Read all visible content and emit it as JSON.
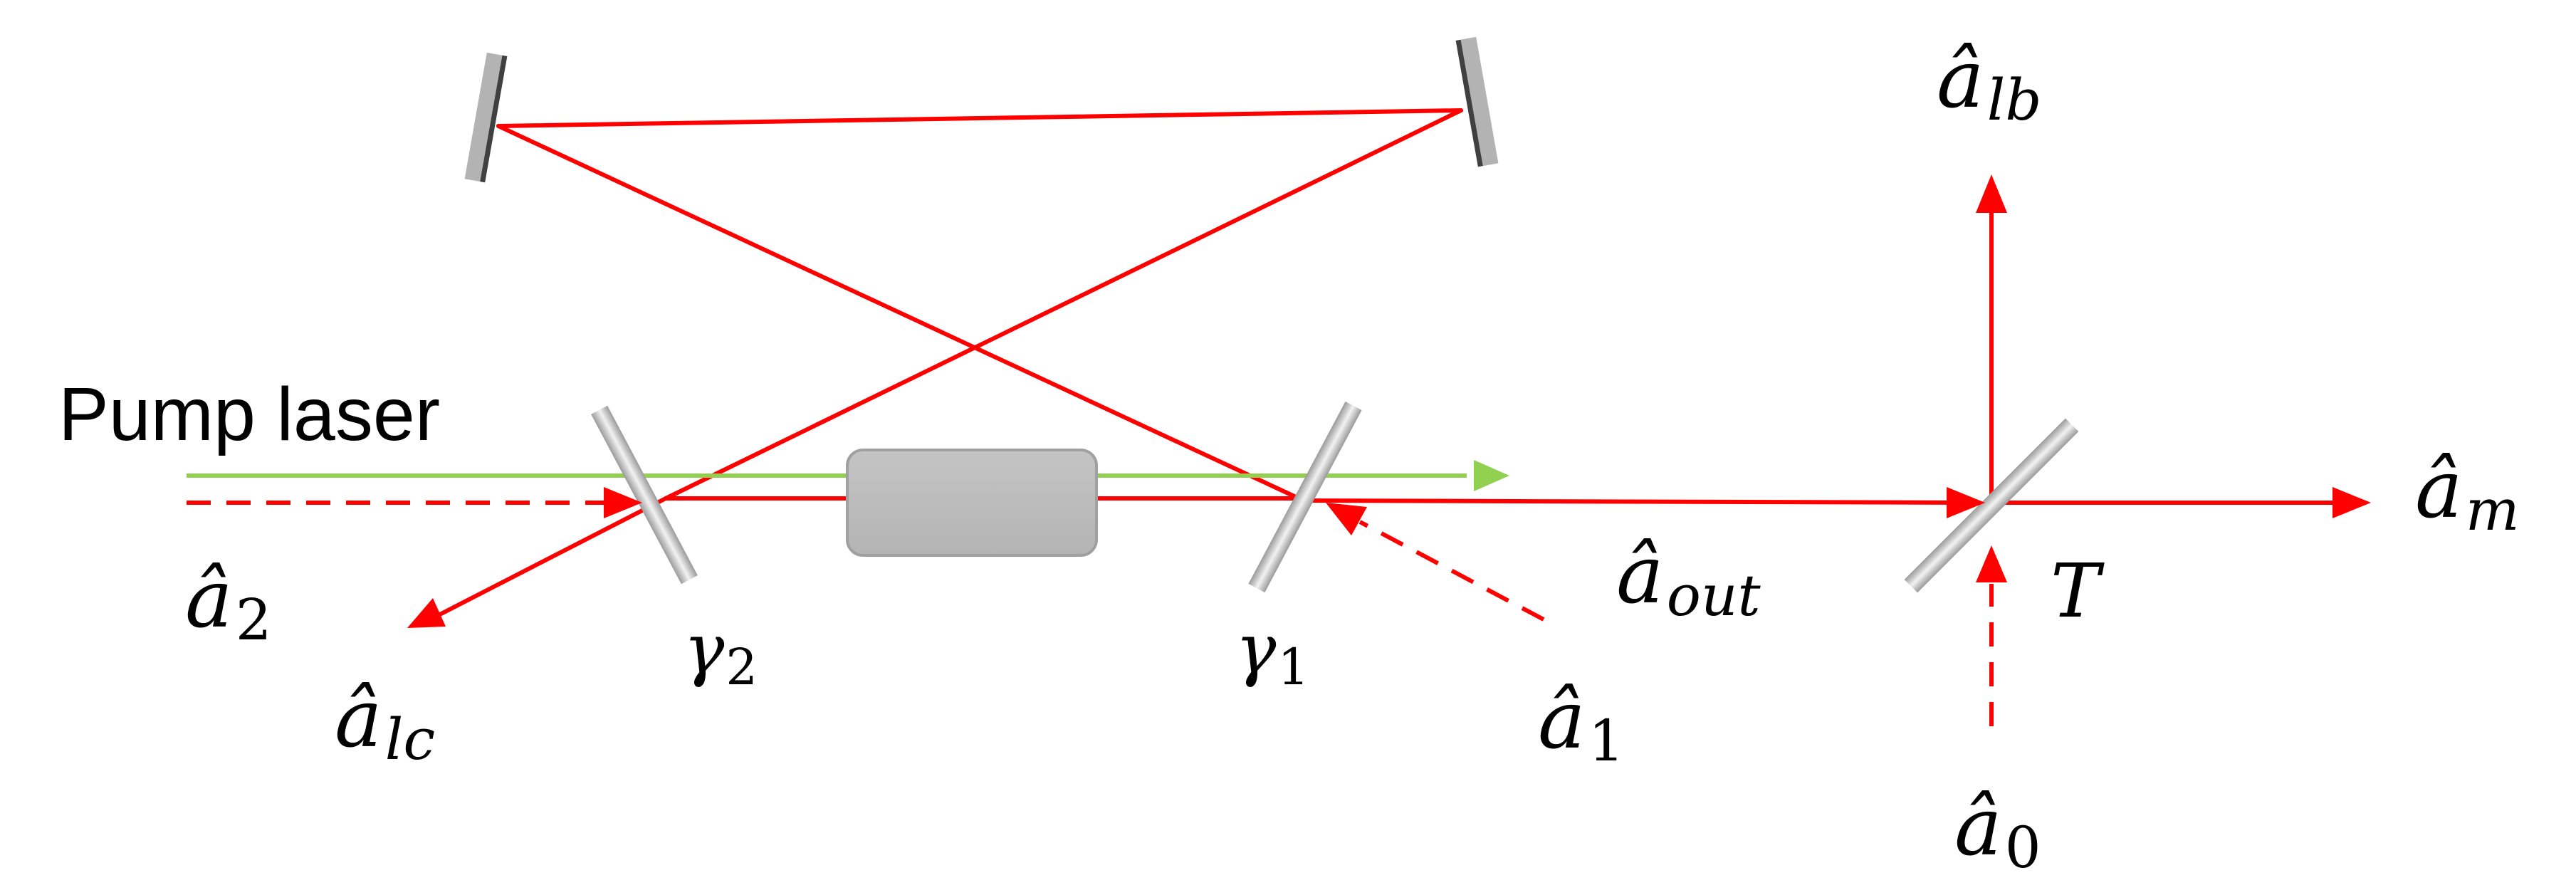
{
  "labels": {
    "pump_laser": "Pump laser",
    "a2_sym": "â",
    "a2_sub": "2",
    "alc_sym": "â",
    "alc_sub": "lc",
    "gamma2_sym": "γ",
    "gamma2_sub": "2",
    "gamma1_sym": "γ",
    "gamma1_sub": "1",
    "a1_sym": "â",
    "a1_sub": "1",
    "aout_sym": "â",
    "aout_sub": "out",
    "alb_sym": "â",
    "alb_sub": "lb",
    "am_sym": "â",
    "am_sub": "m",
    "t": "T",
    "a0_sym": "â",
    "a0_sub": "0"
  },
  "colors": {
    "beam": "#ff0000",
    "pump": "#92d050",
    "mirror_gray": "#a6a6a6",
    "mirror_dark": "#404040",
    "crystal_fill": "#bfbfbf",
    "crystal_stroke": "#a0a0a0"
  }
}
